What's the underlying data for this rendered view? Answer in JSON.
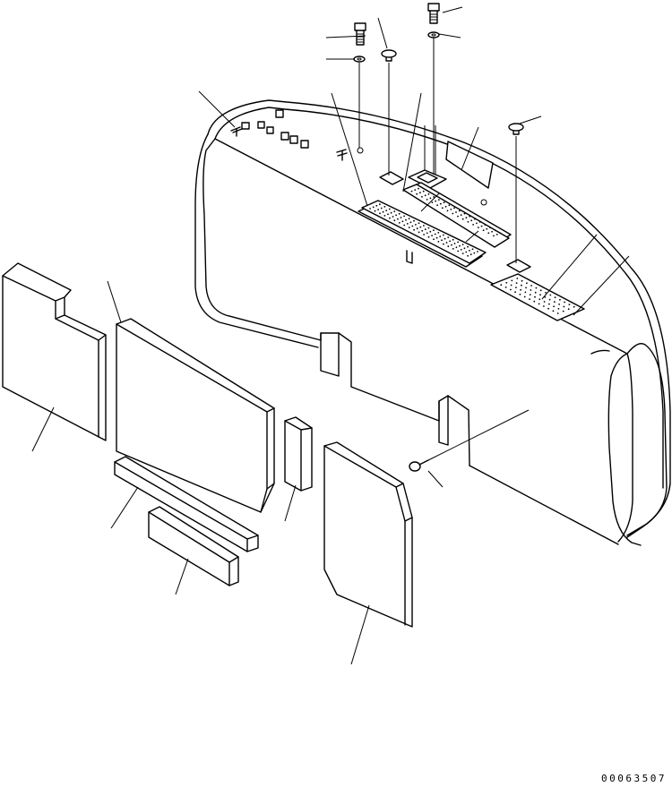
{
  "figure": {
    "reference_code": "00063507"
  },
  "parts": [
    {
      "id": "counterweight",
      "icon": "counterweight-icon"
    },
    {
      "id": "bolt-top",
      "icon": "bolt-icon"
    },
    {
      "id": "washer-top",
      "icon": "washer-icon"
    },
    {
      "id": "bolt-left",
      "icon": "bolt-icon"
    },
    {
      "id": "washer-left",
      "icon": "washer-icon"
    },
    {
      "id": "cap-center",
      "icon": "cap-icon"
    },
    {
      "id": "cap-right",
      "icon": "cap-icon"
    },
    {
      "id": "plate-top",
      "icon": "plate-icon"
    },
    {
      "id": "antislip-sheet-long",
      "icon": "antislip-sheet-icon"
    },
    {
      "id": "antislip-sheet-upper",
      "icon": "antislip-sheet-icon"
    },
    {
      "id": "antislip-sheet-right",
      "icon": "antislip-sheet-icon"
    },
    {
      "id": "label-tag",
      "icon": "label-icon"
    },
    {
      "id": "side-rail",
      "icon": "side-rail-icon"
    },
    {
      "id": "rivet",
      "icon": "rivet-icon"
    },
    {
      "id": "insulation-left",
      "icon": "insulation-panel-icon"
    },
    {
      "id": "insulation-center",
      "icon": "insulation-panel-icon"
    },
    {
      "id": "insulation-right",
      "icon": "insulation-panel-icon"
    },
    {
      "id": "foam-small-block",
      "icon": "foam-block-icon"
    },
    {
      "id": "foam-strip-long",
      "icon": "foam-strip-icon"
    },
    {
      "id": "foam-strip-short",
      "icon": "foam-strip-icon"
    }
  ]
}
